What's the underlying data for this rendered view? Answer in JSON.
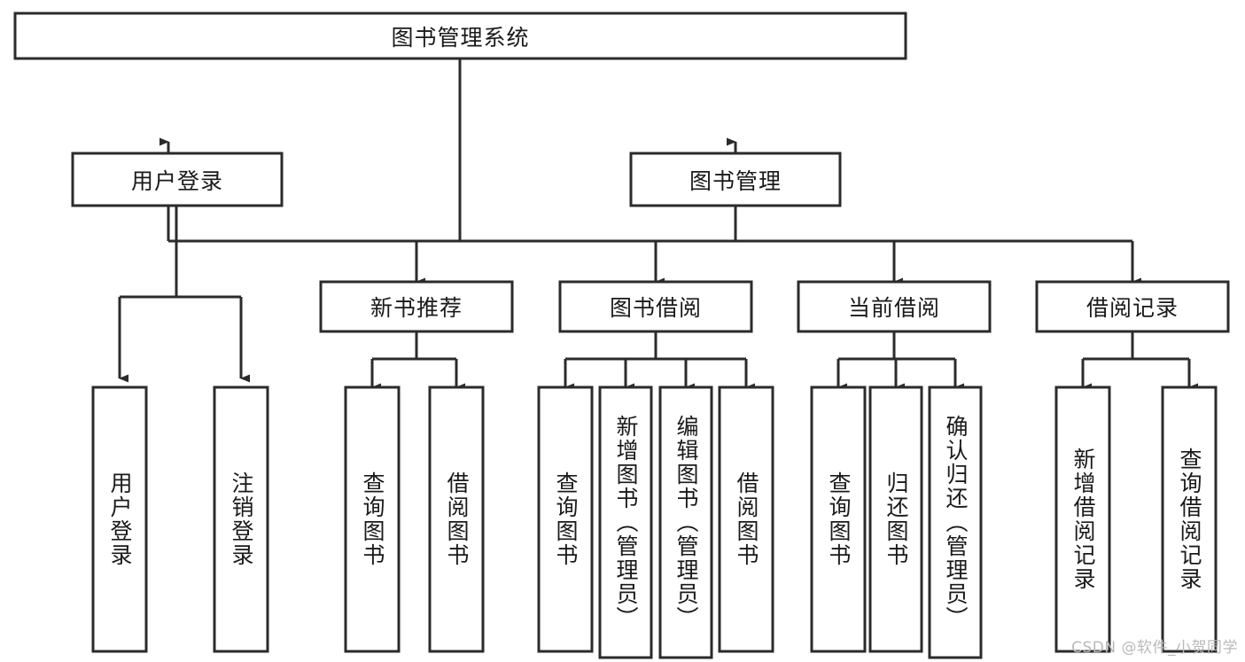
{
  "diagram": {
    "type": "tree",
    "title": "图书管理系统",
    "watermark": "CSDN @软件_小贺同学",
    "root": {
      "id": "root",
      "label": "图书管理系统",
      "orientation": "horizontal"
    },
    "level2": [
      {
        "id": "user-login",
        "label": "用户登录",
        "orientation": "horizontal"
      },
      {
        "id": "book-manage",
        "label": "图书管理",
        "orientation": "horizontal"
      }
    ],
    "level3": [
      {
        "id": "new-book-recommend",
        "label": "新书推荐",
        "orientation": "horizontal",
        "parent": "book-manage"
      },
      {
        "id": "book-borrow",
        "label": "图书借阅",
        "orientation": "horizontal",
        "parent": "book-manage"
      },
      {
        "id": "current-borrow",
        "label": "当前借阅",
        "orientation": "horizontal",
        "parent": "book-manage"
      },
      {
        "id": "borrow-record",
        "label": "借阅记录",
        "orientation": "horizontal",
        "parent": "book-manage"
      }
    ],
    "leaves": [
      {
        "id": "leaf-user-login",
        "label": "用户登录",
        "orientation": "vertical",
        "parent": "user-login"
      },
      {
        "id": "leaf-logout",
        "label": "注销登录",
        "orientation": "vertical",
        "parent": "user-login"
      },
      {
        "id": "leaf-query-book-1",
        "label": "查询图书",
        "orientation": "vertical",
        "parent": "new-book-recommend"
      },
      {
        "id": "leaf-borrow-book-1",
        "label": "借阅图书",
        "orientation": "vertical",
        "parent": "new-book-recommend"
      },
      {
        "id": "leaf-query-book-2",
        "label": "查询图书",
        "orientation": "vertical",
        "parent": "book-borrow"
      },
      {
        "id": "leaf-add-book",
        "label": "新增图书（管理员）",
        "orientation": "vertical",
        "parent": "book-borrow"
      },
      {
        "id": "leaf-edit-book",
        "label": "编辑图书（管理员）",
        "orientation": "vertical",
        "parent": "book-borrow"
      },
      {
        "id": "leaf-borrow-book-2",
        "label": "借阅图书",
        "orientation": "vertical",
        "parent": "book-borrow"
      },
      {
        "id": "leaf-query-book-3",
        "label": "查询图书",
        "orientation": "vertical",
        "parent": "current-borrow"
      },
      {
        "id": "leaf-return-book",
        "label": "归还图书",
        "orientation": "vertical",
        "parent": "current-borrow"
      },
      {
        "id": "leaf-confirm-return",
        "label": "确认归还（管理员）",
        "orientation": "vertical",
        "parent": "current-borrow"
      },
      {
        "id": "leaf-add-record",
        "label": "新增借阅记录",
        "orientation": "vertical",
        "parent": "borrow-record"
      },
      {
        "id": "leaf-query-record",
        "label": "查询借阅记录",
        "orientation": "vertical",
        "parent": "borrow-record"
      }
    ],
    "colors": {
      "box_stroke": "#2b2b2b",
      "box_fill": "#ffffff",
      "text": "#1a1a1a",
      "background": "#ffffff",
      "watermark": "#b9b9b9"
    }
  }
}
